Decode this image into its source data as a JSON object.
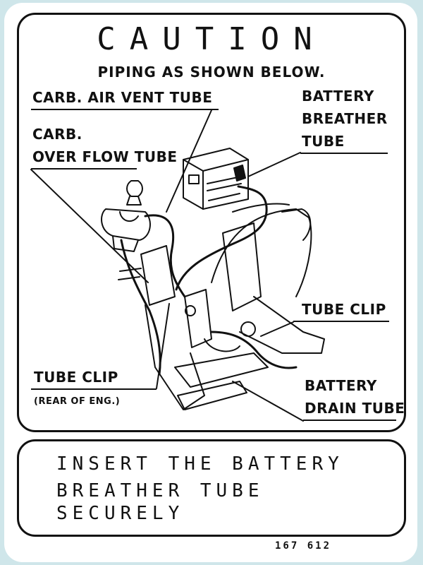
{
  "label": {
    "title": "CAUTION",
    "subtitle": "PIPING AS SHOWN BELOW.",
    "callouts": {
      "carb_air_vent": "CARB. AIR VENT TUBE",
      "battery_breather_1": "BATTERY",
      "battery_breather_2": "BREATHER",
      "battery_breather_3": "TUBE",
      "carb_overflow_1": "CARB.",
      "carb_overflow_2": "OVER FLOW TUBE",
      "tube_clip_right": "TUBE CLIP",
      "tube_clip_left": "TUBE CLIP",
      "tube_clip_left_note": "(REAR OF ENG.)",
      "battery_drain_1": "BATTERY",
      "battery_drain_2": "DRAIN TUBE"
    },
    "instruction": {
      "line1": "INSERT THE BATTERY",
      "line2": "BREATHER TUBE",
      "line3": "SECURELY"
    },
    "part_number": "167 612"
  },
  "colors": {
    "ink": "#111111",
    "paper": "#ffffff",
    "backdrop": "#cfe6ea"
  }
}
